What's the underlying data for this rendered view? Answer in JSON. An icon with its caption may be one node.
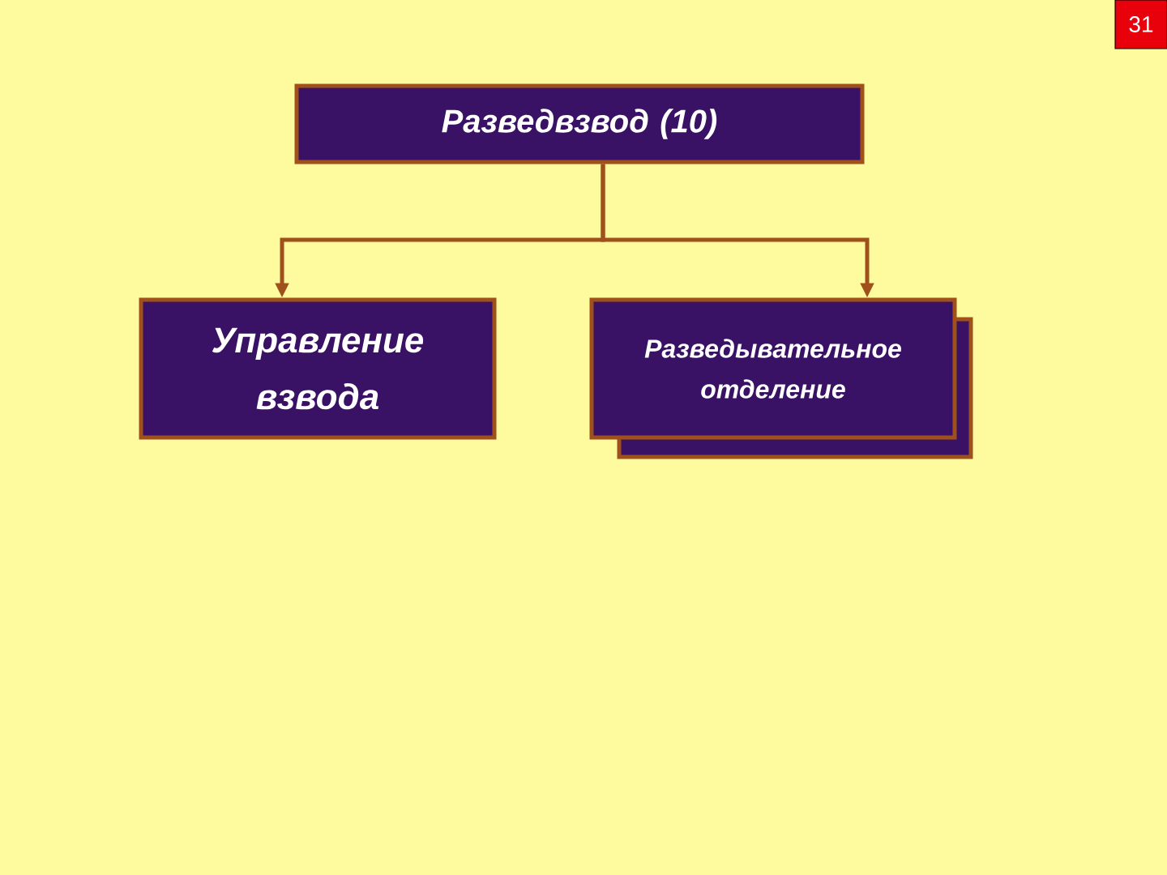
{
  "diagram": {
    "nodes": [
      {
        "text": [
          "Разведвзвод (10)"
        ]
      },
      {
        "text": [
          "Управление взвода"
        ]
      },
      {
        "text": [
          "Разведывательное отделение"
        ]
      }
    ],
    "edges": [
      {
        "from": 0,
        "to": 1,
        "arrow": "to"
      },
      {
        "from": 0,
        "to": 2,
        "arrow": "to"
      }
    ],
    "labels": [
      "31"
    ]
  }
}
